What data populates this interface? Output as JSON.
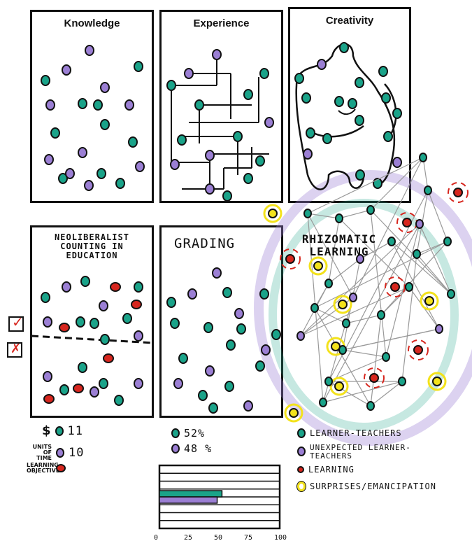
{
  "panels": {
    "knowledge": "Knowledge",
    "experience": "Experience",
    "creativity": "Creativity",
    "neoliberal": "NEOLIBERALIST COUNTING IN EDUCATION",
    "grading": "GRADING",
    "rhizomatic": "RHIZOMATIC LEARNING"
  },
  "count_legend": {
    "dollar": "$",
    "teal_count": "11",
    "units_label": "UNITS OF TIME",
    "purple_count": "10",
    "objective_label": "LEARNING OBJECTIVE"
  },
  "grading_legend": {
    "teal_pct": "52%",
    "purple_pct": "48 %"
  },
  "rhizome_legend": {
    "learner_teachers": "LEARNER-TEACHERS",
    "unexpected": "UNEXPECTED LEARNER-TEACHERS",
    "learning": "LEARNING",
    "surprises": "SURPRISES/EMANCIPATION"
  },
  "colors": {
    "teal": "#1aa389",
    "purple": "#9b7fd4",
    "red": "#d7261e",
    "yellow": "#f3e21b"
  },
  "chart_data": {
    "type": "bar",
    "orientation": "horizontal",
    "series": [
      {
        "values": [
          52
        ]
      },
      {
        "values": [
          48
        ]
      }
    ],
    "xticks": [
      "0",
      "25",
      "50",
      "75",
      "100"
    ],
    "xlim": [
      0,
      100
    ]
  }
}
